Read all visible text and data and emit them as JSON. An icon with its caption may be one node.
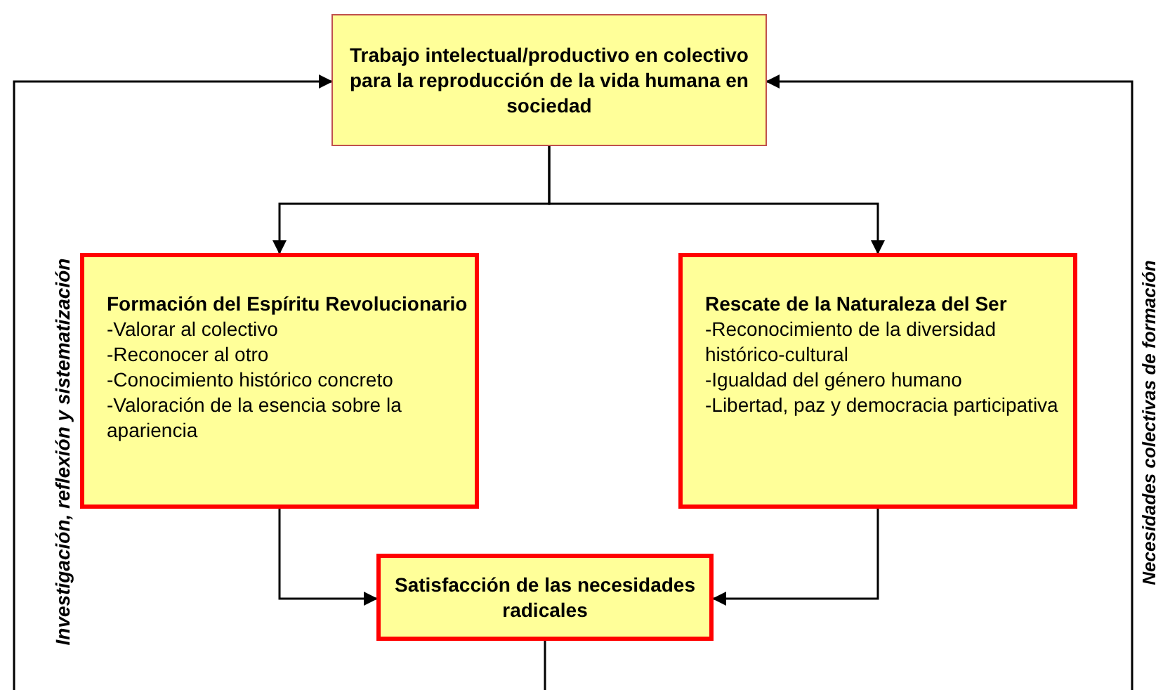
{
  "diagram": {
    "nodes": [
      {
        "text": [
          "Trabajo intelectual/productivo en colectivo para la reproducción de la vida humana en sociedad"
        ]
      },
      {
        "text": [
          "Formación del Espíritu Revolucionario",
          "-Valorar al colectivo",
          "-Reconocer al otro",
          "-Conocimiento histórico concreto",
          "-Valoración de la esencia sobre la apariencia"
        ]
      },
      {
        "text": [
          "Rescate de la Naturaleza del Ser",
          "-Reconocimiento de la diversidad histórico-cultural",
          "-Igualdad del género humano",
          "-Libertad, paz y democracia participativa"
        ]
      },
      {
        "text": [
          "Satisfacción de las necesidades radicales"
        ]
      }
    ],
    "edges": [
      {
        "from": 0,
        "to": 1,
        "arrow": "to"
      },
      {
        "from": 0,
        "to": 2,
        "arrow": "to"
      },
      {
        "from": 1,
        "to": 3,
        "arrow": "to"
      },
      {
        "from": 2,
        "to": 3,
        "arrow": "to"
      },
      {
        "from": 3,
        "to": null,
        "arrow": "none"
      },
      {
        "from": null,
        "to": 0,
        "arrow": "to"
      },
      {
        "from": null,
        "to": 0,
        "arrow": "to"
      }
    ],
    "labels": [
      "Investigación, reflexión y sistematización",
      "Necesidades colectivas de formación"
    ]
  }
}
